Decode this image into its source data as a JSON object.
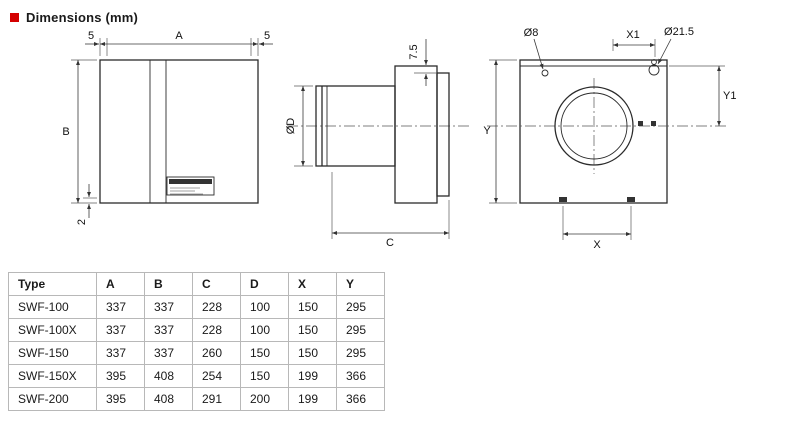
{
  "colors": {
    "accent": "#d40000"
  },
  "header": {
    "title": "Dimensions (mm)"
  },
  "drawing": {
    "front_view": {
      "dim_a": "A",
      "dim_b": "B",
      "dim_5_left": "5",
      "dim_5_right": "5",
      "dim_2": "2"
    },
    "side_view": {
      "dim_75": "7.5",
      "dim_d": "ØD",
      "dim_c": "C"
    },
    "back_view": {
      "dim_d8": "Ø8",
      "dim_d215": "Ø21.5",
      "dim_x1": "X1",
      "dim_y1": "Y1",
      "dim_y": "Y",
      "dim_x": "X"
    }
  },
  "table": {
    "columns": [
      "Type",
      "A",
      "B",
      "C",
      "D",
      "X",
      "Y"
    ],
    "rows": [
      [
        "SWF-100",
        "337",
        "337",
        "228",
        "100",
        "150",
        "295"
      ],
      [
        "SWF-100X",
        "337",
        "337",
        "228",
        "100",
        "150",
        "295"
      ],
      [
        "SWF-150",
        "337",
        "337",
        "260",
        "150",
        "150",
        "295"
      ],
      [
        "SWF-150X",
        "395",
        "408",
        "254",
        "150",
        "199",
        "366"
      ],
      [
        "SWF-200",
        "395",
        "408",
        "291",
        "200",
        "199",
        "366"
      ]
    ]
  }
}
